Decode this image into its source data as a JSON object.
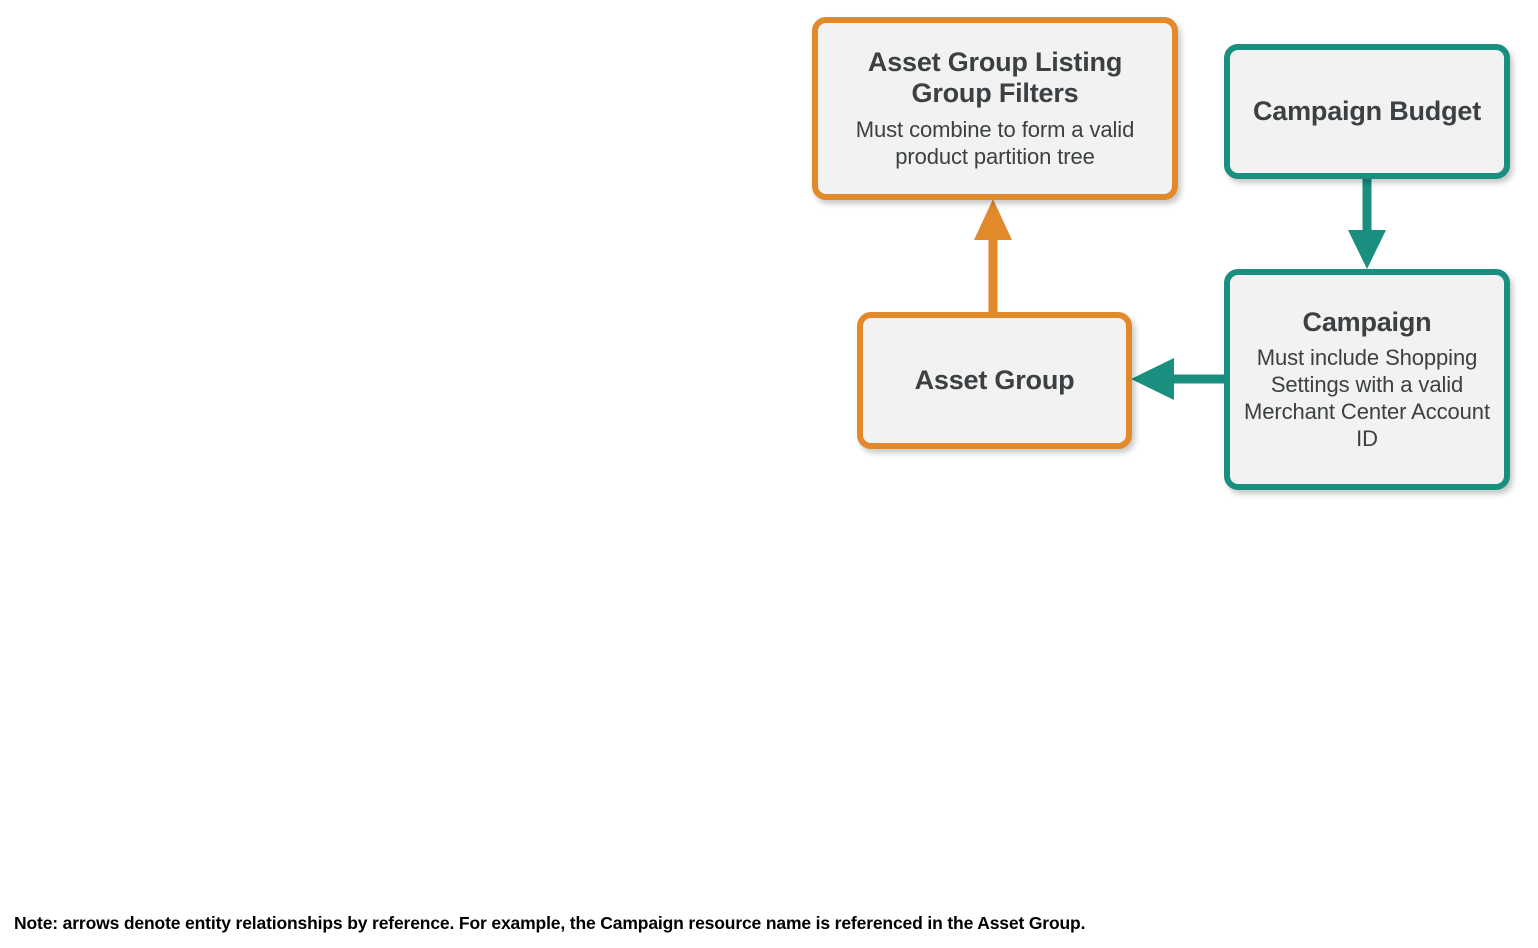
{
  "diagram": {
    "colors": {
      "orange": "#E28A2B",
      "teal": "#1A8E7F",
      "node_fill": "#F1F2F1",
      "text": "#3C4043",
      "note_text": "#000000",
      "background": "#FFFFFF"
    },
    "nodes": [
      {
        "id": "asset-group-listing-group-filters",
        "title": "Asset Group Listing Group Filters",
        "subtitle": "Must combine to form a valid product partition tree",
        "color": "orange"
      },
      {
        "id": "campaign-budget",
        "title": "Campaign Budget",
        "subtitle": "",
        "color": "teal"
      },
      {
        "id": "asset-group",
        "title": "Asset Group",
        "subtitle": "",
        "color": "orange"
      },
      {
        "id": "campaign",
        "title": "Campaign",
        "subtitle": "Must include Shopping Settings with a valid Merchant Center Account ID",
        "color": "teal"
      }
    ],
    "edges": [
      {
        "id": "asset-group-to-listing-group-filters",
        "from": "asset-group",
        "to": "asset-group-listing-group-filters",
        "direction": "up",
        "color": "orange"
      },
      {
        "id": "campaign-budget-to-campaign",
        "from": "campaign-budget",
        "to": "campaign",
        "direction": "down",
        "color": "teal"
      },
      {
        "id": "campaign-to-asset-group",
        "from": "campaign",
        "to": "asset-group",
        "direction": "left",
        "color": "teal"
      }
    ],
    "note": "Note: arrows denote entity relationships by reference. For example, the Campaign resource name is referenced in the Asset Group."
  }
}
